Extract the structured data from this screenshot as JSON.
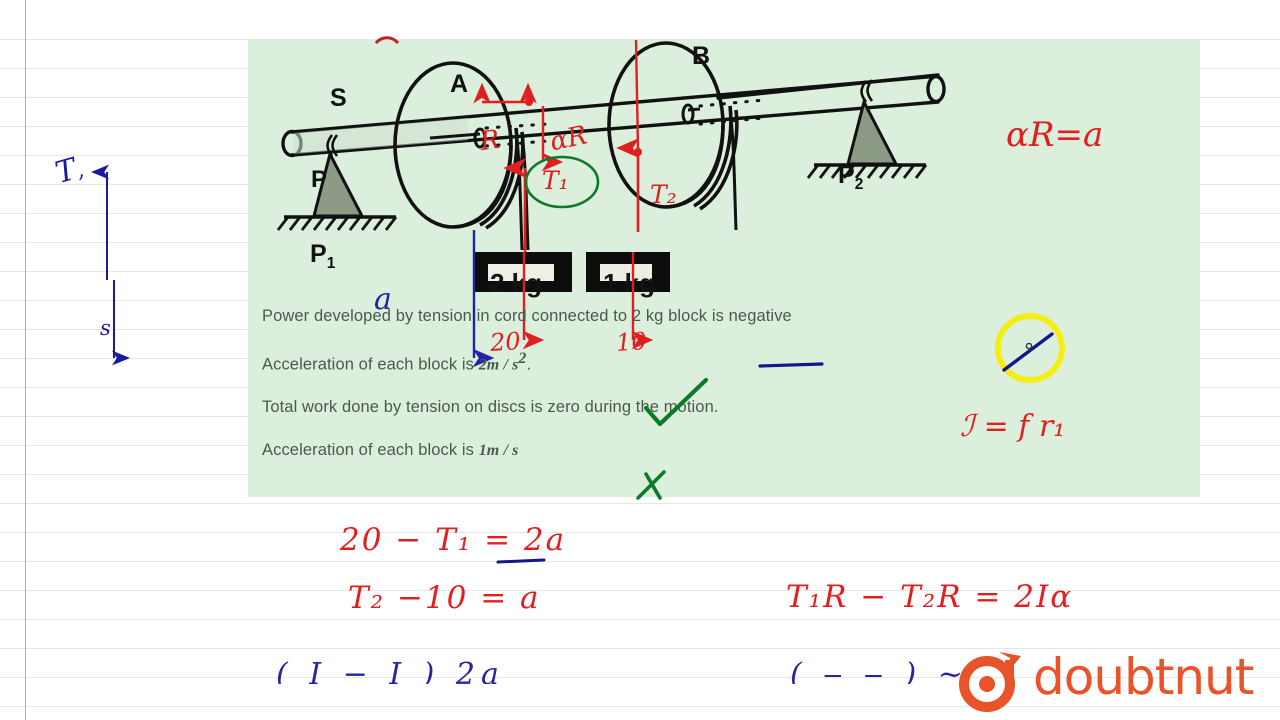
{
  "page": {
    "background": "#ffffff",
    "rule_line_color": "#e7e7ea",
    "margin_line_color": "#d79aa6"
  },
  "panel": {
    "background": "#dceedc",
    "statements": [
      {
        "id": "statement-1",
        "text_before": "Power developed by tension in cord connected to 2 kg block is negative",
        "math": "",
        "text_after": ""
      },
      {
        "id": "statement-2",
        "text_before": "Acceleration of each block is ",
        "math": "2m / s",
        "sup": "2",
        "text_after": "."
      },
      {
        "id": "statement-3",
        "text_before": "Total work done by tension on discs is zero during the motion.",
        "math": "",
        "text_after": ""
      },
      {
        "id": "statement-4",
        "text_before": "Acceleration of each block is ",
        "math": "1m / s",
        "sup": "",
        "text_after": ""
      }
    ]
  },
  "figure": {
    "labels": {
      "shaft": "S",
      "disc_a": "A",
      "disc_b": "B",
      "support_top_left": "P",
      "support_bottom_left": "P",
      "support_bottom_left_sub": "1",
      "support_right": "P",
      "support_right_sub": "2",
      "block_left": "2 kg",
      "block_right": "1 kg"
    }
  },
  "annotations": {
    "alpha_R_equals_a": "αR=a",
    "alpha_R": "αR",
    "radius_R": "R",
    "tension_1": "T₁",
    "tension_2": "T₂",
    "accel_a": "a",
    "weight_left": "20",
    "weight_right": "10",
    "torque_eq": "ℐ = f r₁",
    "check_mark": "✓",
    "cross_mark": "✗",
    "margin_T": "T",
    "margin_T_sub": ",",
    "margin_s": "s"
  },
  "equations": {
    "eq1": "20 − T₁ = 2a",
    "eq2": "T₂ −10 = a",
    "eq3": "T₁R − T₂R = 2Iα",
    "eq4_partial": "( Ι − Ι )  2a"
  },
  "logo": {
    "wordmark": "doubtnut",
    "color": "#e8532a"
  },
  "colors": {
    "panel_green": "#dceedc",
    "statement_text": "#4c5a4c",
    "ink_red": "#e02020",
    "ink_blue": "#1a1a9e",
    "ink_green": "#0d7a2a",
    "highlight_yellow": "#f5ee16"
  }
}
